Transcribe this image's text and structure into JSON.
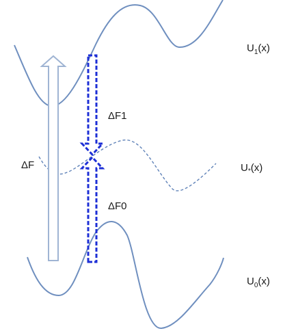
{
  "labels": {
    "u1": {
      "main": "U",
      "sub": "1",
      "tail": "(x)"
    },
    "ustar": {
      "main": "U",
      "sub": "*",
      "tail": "(x)"
    },
    "u0": {
      "main": "U",
      "sub": "0",
      "tail": "(x)"
    },
    "delta_f": "ΔF",
    "delta_f1": "ΔF1",
    "delta_f0": "ΔF0"
  },
  "colors": {
    "curve": "#6f8fbf",
    "dashed_curve": "#5f82b8",
    "big_arrow": "#9fb4d3",
    "dashed_arrows": "#1d2fd6",
    "text": "#1a1a1a"
  }
}
